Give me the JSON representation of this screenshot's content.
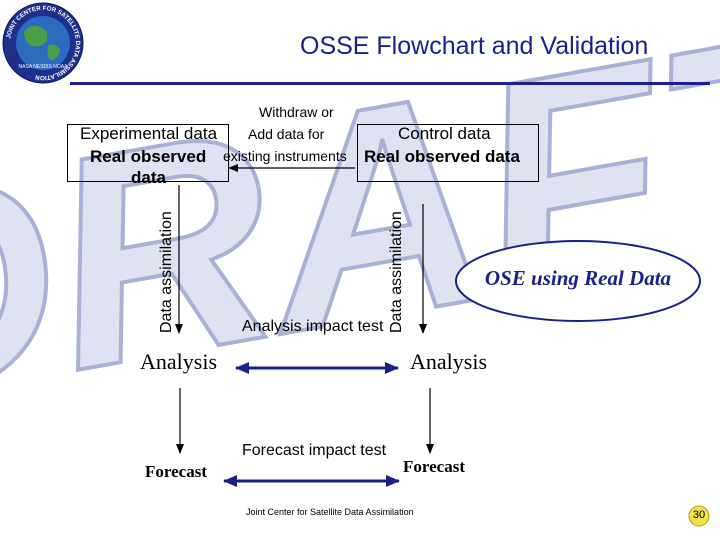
{
  "title": "OSSE Flowchart and Validation",
  "watermark": "DRAFT",
  "logo": {
    "ring_text": "JOINT CENTER FOR SATELLITE DATA ASSIMILATION",
    "inner_text": "NASA NESDIS NOAA"
  },
  "experimental": {
    "heading": "Experimental data",
    "line2": "Real observed",
    "line3": "data"
  },
  "middle_label": {
    "line1": "Withdraw or",
    "line2": "Add data for",
    "line3": "existing instruments"
  },
  "control": {
    "heading": "Control data",
    "line2": "Real observed data"
  },
  "left_assimilation": "Data assimilation",
  "right_assimilation": "Data assimilation",
  "ose_label": "OSE using Real Data",
  "analysis_impact": "Analysis impact test",
  "analysis_left": "Analysis",
  "analysis_right": "Analysis",
  "forecast_impact": "Forecast impact test",
  "forecast_left": "Forecast",
  "forecast_right": "Forecast",
  "footer": "Joint Center for Satellite Data Assimilation",
  "page_number": "30",
  "colors": {
    "title": "#1a1f8a",
    "arrow_blue": "#1a1f8a",
    "watermark": "#b8bedd",
    "ellipse_border": "#1a1f8a"
  }
}
